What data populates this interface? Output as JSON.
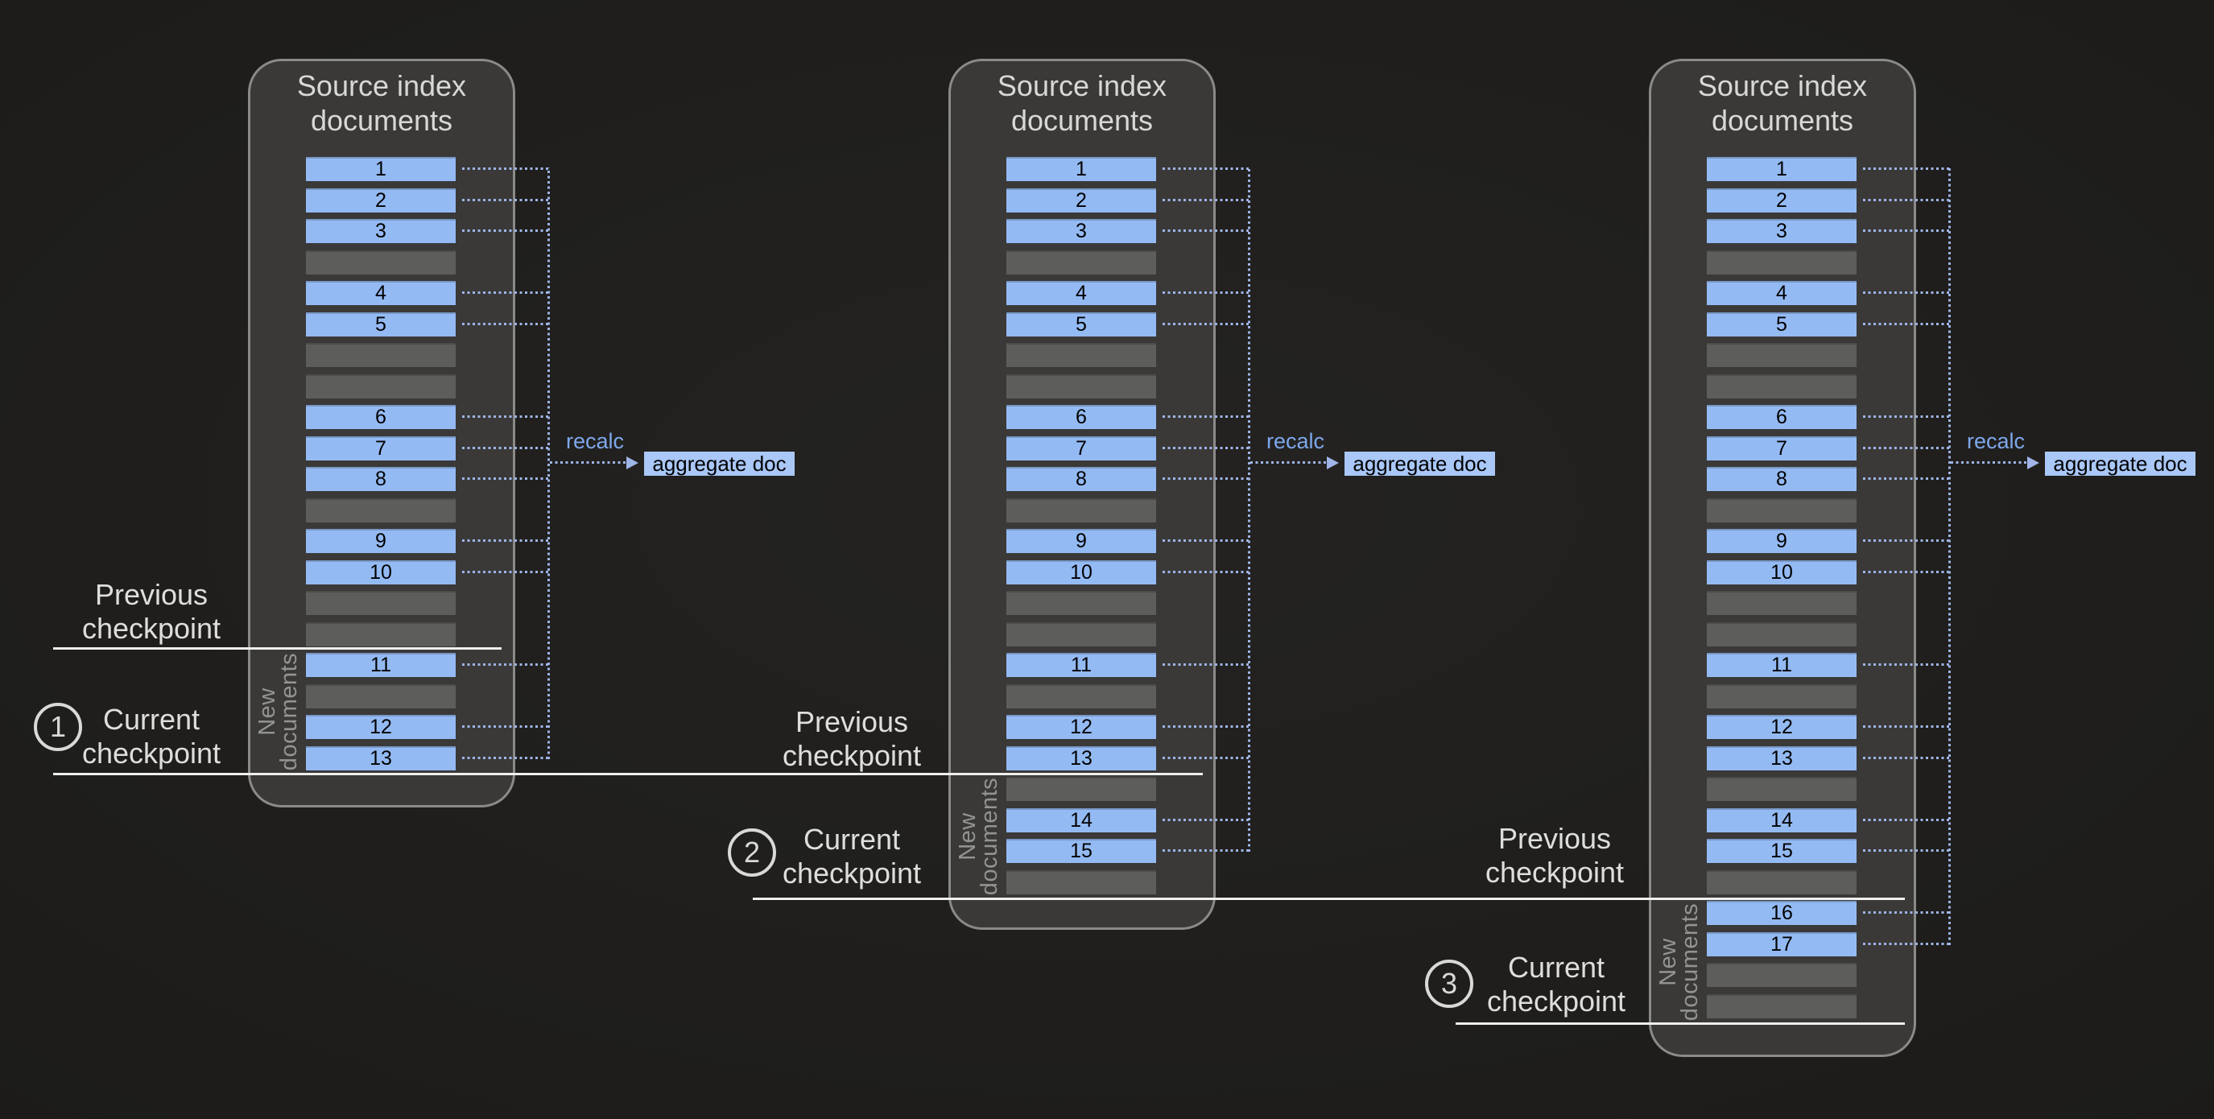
{
  "colors": {
    "background": "#1d1c1a",
    "panel_fill": "#3a3938",
    "panel_border": "#8a8a88",
    "title_text": "#d8d8d6",
    "doc_block_blue": "#94baf3",
    "doc_block_gray": "#5d5d5b",
    "doc_text": "#000000",
    "dotted_line_blue": "#9fb5e8",
    "recalc_text": "#7ea7ec",
    "aggregate_fill": "#a9c7f7",
    "checkpoint_line_white": "#efefee",
    "label_text": "#dededc",
    "new_documents_text": "#94948f"
  },
  "labels": {
    "panel_title_lines": [
      "Source index",
      "documents"
    ],
    "recalc": "recalc",
    "aggregate_doc": "aggregate doc",
    "new_documents_lines": [
      "New",
      "documents"
    ],
    "previous_checkpoint_lines": [
      "Previous",
      "checkpoint"
    ],
    "current_checkpoint_lines": [
      "Current",
      "checkpoint"
    ],
    "checkpoint_numbers": [
      "1",
      "2",
      "3"
    ]
  },
  "panels": [
    {
      "name": "source-index-panel-1",
      "slots": [
        "1",
        "2",
        "3",
        "",
        "4",
        "5",
        "",
        "",
        "6",
        "7",
        "8",
        "",
        "9",
        "10",
        "",
        "",
        "11",
        "",
        "12",
        "13"
      ]
    },
    {
      "name": "source-index-panel-2",
      "slots": [
        "1",
        "2",
        "3",
        "",
        "4",
        "5",
        "",
        "",
        "6",
        "7",
        "8",
        "",
        "9",
        "10",
        "",
        "",
        "11",
        "",
        "12",
        "13",
        "",
        "14",
        "15",
        ""
      ]
    },
    {
      "name": "source-index-panel-3",
      "slots": [
        "1",
        "2",
        "3",
        "",
        "4",
        "5",
        "",
        "",
        "6",
        "7",
        "8",
        "",
        "9",
        "10",
        "",
        "",
        "11",
        "",
        "12",
        "13",
        "",
        "14",
        "15",
        "",
        "16",
        "17",
        "",
        ""
      ]
    }
  ]
}
